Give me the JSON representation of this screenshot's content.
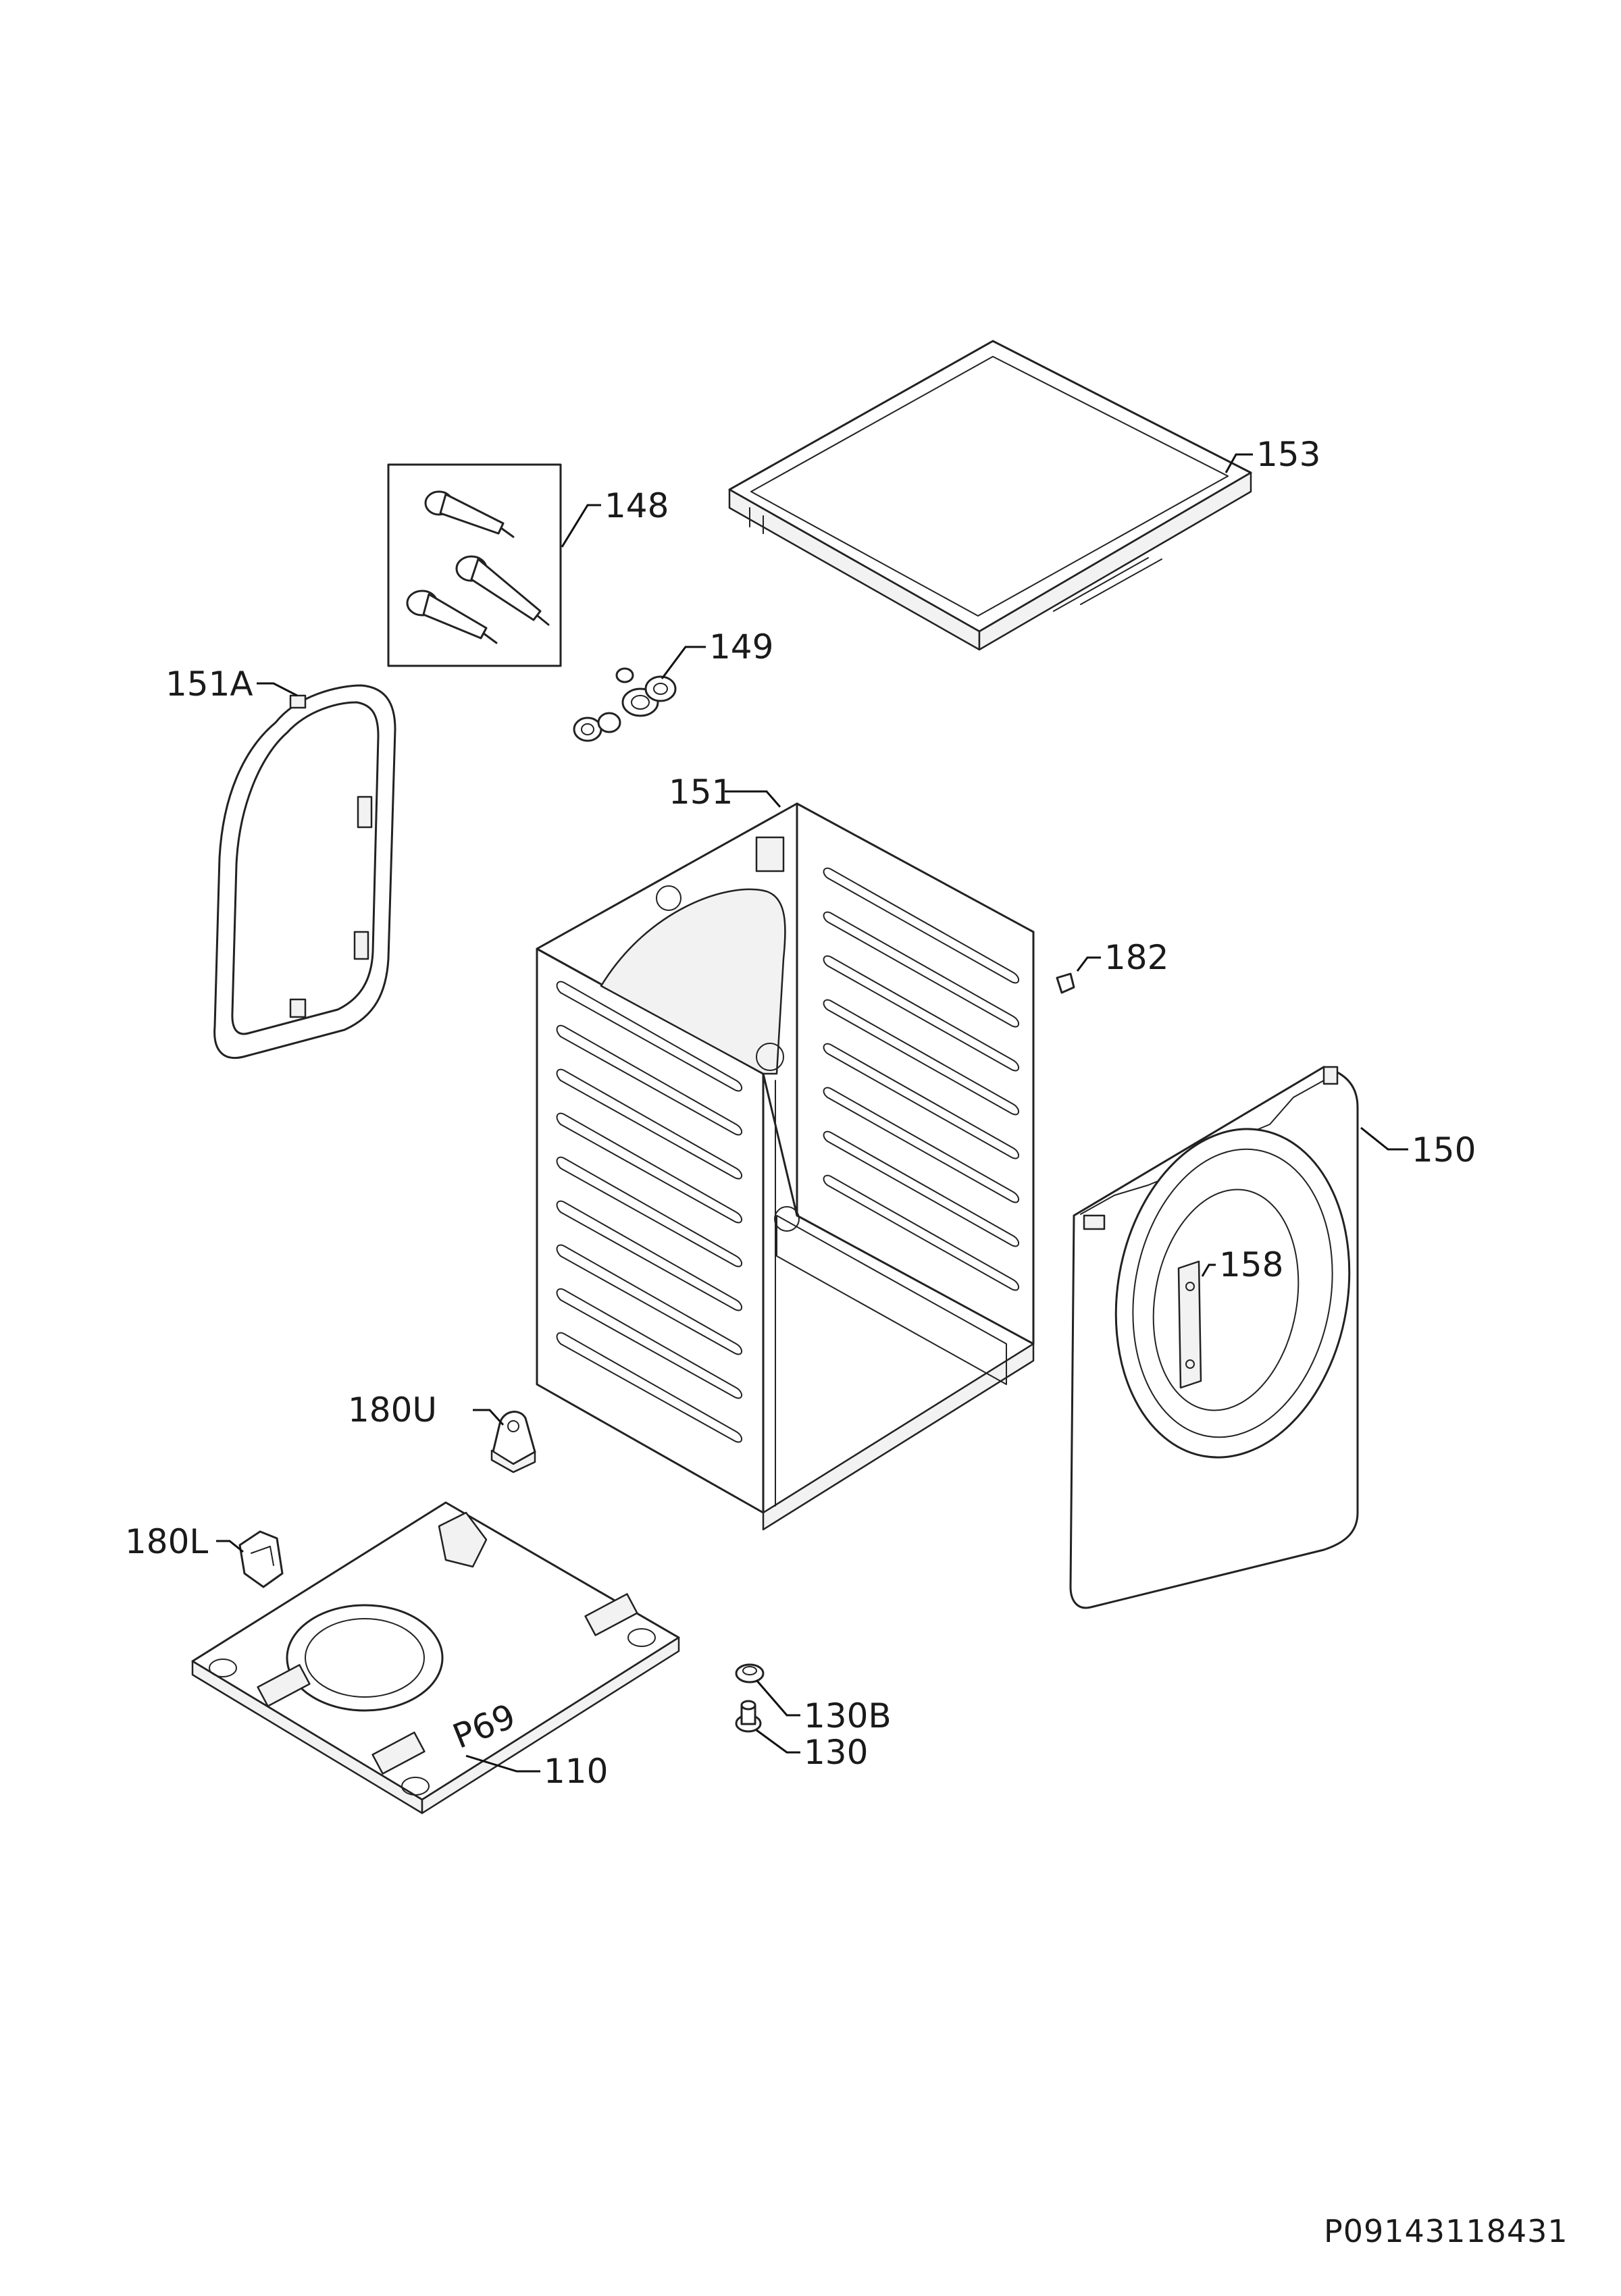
{
  "diagram": {
    "document_code": "P09143118431",
    "stamp_text": "P69",
    "callouts": {
      "p153": "153",
      "p148": "148",
      "p149": "149",
      "p151A": "151A",
      "p151": "151",
      "p182": "182",
      "p150": "150",
      "p158": "158",
      "p180U": "180U",
      "p180L": "180L",
      "p130B": "130B",
      "p130": "130",
      "p110": "110"
    }
  }
}
